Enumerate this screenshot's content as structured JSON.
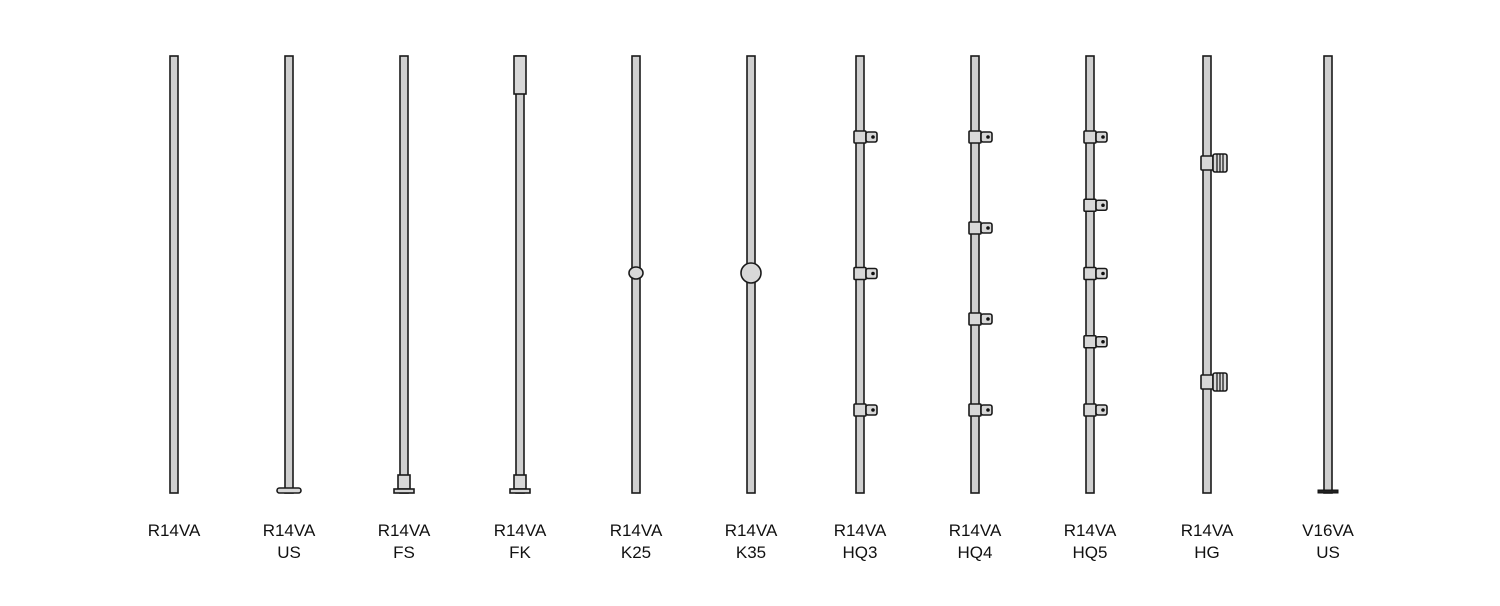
{
  "posts": [
    {
      "lines": [
        "R14VA",
        ""
      ],
      "base": "none",
      "fittings": "none"
    },
    {
      "lines": [
        "R14VA",
        "US"
      ],
      "base": "flat-plate",
      "fittings": "none"
    },
    {
      "lines": [
        "R14VA",
        "FS"
      ],
      "base": "sleeve-foot",
      "fittings": "none"
    },
    {
      "lines": [
        "R14VA",
        "FK"
      ],
      "base": "sleeve-foot-cap",
      "fittings": "top-cap"
    },
    {
      "lines": [
        "R14VA",
        "K25"
      ],
      "base": "none",
      "fittings": "ball-small"
    },
    {
      "lines": [
        "R14VA",
        "K35"
      ],
      "base": "none",
      "fittings": "ball-large"
    },
    {
      "lines": [
        "R14VA",
        "HQ3"
      ],
      "base": "none",
      "fittings": "clamps-3"
    },
    {
      "lines": [
        "R14VA",
        "HQ4"
      ],
      "base": "none",
      "fittings": "clamps-4"
    },
    {
      "lines": [
        "R14VA",
        "HQ5"
      ],
      "base": "none",
      "fittings": "clamps-5"
    },
    {
      "lines": [
        "R14VA",
        "HG"
      ],
      "base": "none",
      "fittings": "glass-holders-2"
    },
    {
      "lines": [
        "V16VA",
        "US"
      ],
      "base": "dark-plate",
      "fittings": "none"
    }
  ]
}
